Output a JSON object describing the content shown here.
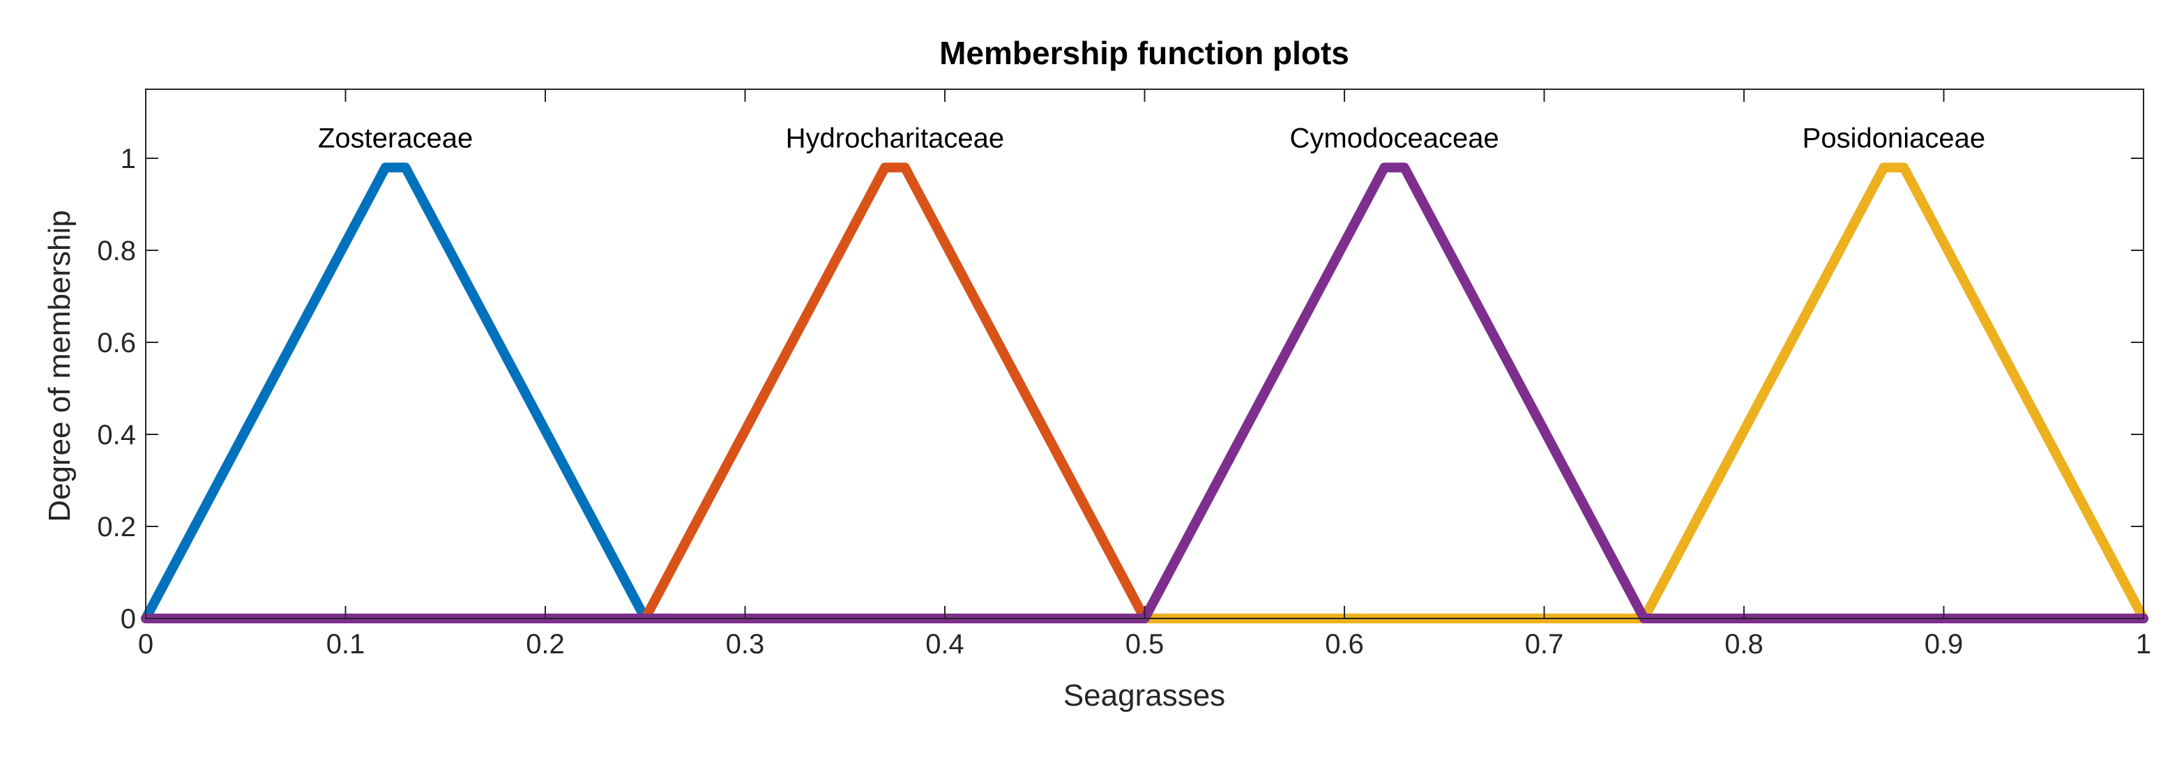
{
  "chart_data": {
    "type": "line",
    "title": "Membership function plots",
    "xlabel": "Seagrasses",
    "ylabel": "Degree of membership",
    "xlim": [
      0,
      1
    ],
    "ylim": [
      0,
      1.15
    ],
    "xticks": [
      0,
      0.1,
      0.2,
      0.3,
      0.4,
      0.5,
      0.6,
      0.7,
      0.8,
      0.9,
      1
    ],
    "xtick_labels": [
      "0",
      "0.1",
      "0.2",
      "0.3",
      "0.4",
      "0.5",
      "0.6",
      "0.7",
      "0.8",
      "0.9",
      "1"
    ],
    "yticks": [
      0,
      0.2,
      0.4,
      0.6,
      0.8,
      1
    ],
    "ytick_labels": [
      "0",
      "0.2",
      "0.4",
      "0.6",
      "0.8",
      "1"
    ],
    "grid": false,
    "legend": "none",
    "series": [
      {
        "name": "Zosteraceae",
        "color": "#0072BD",
        "points": [
          [
            0,
            0
          ],
          [
            0.12,
            0.98
          ],
          [
            0.13,
            0.98
          ],
          [
            0.25,
            0
          ],
          [
            1,
            0
          ]
        ]
      },
      {
        "name": "Hydrocharitaceae",
        "color": "#D95319",
        "points": [
          [
            0,
            0
          ],
          [
            0.25,
            0
          ],
          [
            0.37,
            0.98
          ],
          [
            0.38,
            0.98
          ],
          [
            0.5,
            0
          ],
          [
            1,
            0
          ]
        ]
      },
      {
        "name": "Posidoniaceae",
        "color": "#EDB120",
        "points": [
          [
            0,
            0
          ],
          [
            0.75,
            0
          ],
          [
            0.87,
            0.98
          ],
          [
            0.88,
            0.98
          ],
          [
            1,
            0
          ]
        ]
      },
      {
        "name": "Cymodoceaceae",
        "color": "#7E2F8E",
        "points": [
          [
            0,
            0
          ],
          [
            0.5,
            0
          ],
          [
            0.62,
            0.98
          ],
          [
            0.63,
            0.98
          ],
          [
            0.75,
            0
          ],
          [
            1,
            0
          ]
        ]
      }
    ],
    "series_labels": [
      {
        "text": "Zosteraceae",
        "x": 0.125,
        "y": 1.045
      },
      {
        "text": "Hydrocharitaceae",
        "x": 0.375,
        "y": 1.045
      },
      {
        "text": "Cymodoceaceae",
        "x": 0.625,
        "y": 1.045
      },
      {
        "text": "Posidoniaceae",
        "x": 0.875,
        "y": 1.045
      }
    ]
  }
}
